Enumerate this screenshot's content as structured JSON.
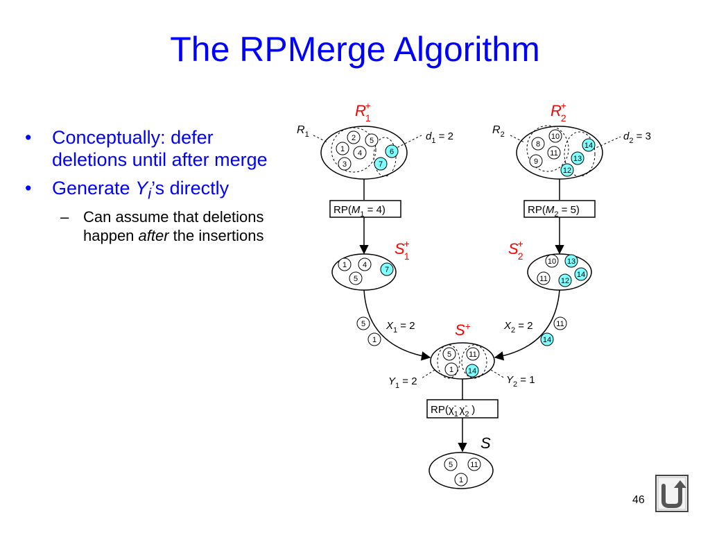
{
  "title": "The RPMerge Algorithm",
  "bullets": {
    "item1": "Conceptually: defer deletions until after merge",
    "item2_pre": "Generate ",
    "item2_var": "Y",
    "item2_sub": "i",
    "item2_post": "’s directly",
    "sub_pre": "Can assume that deletions happen ",
    "sub_em": "after",
    "sub_post": " the insertions",
    "bullet_char": "•",
    "dash_char": "–"
  },
  "diagram": {
    "r1_plus": {
      "base": "R",
      "sub": "1",
      "sup": "+"
    },
    "r2_plus": {
      "base": "R",
      "sub": "2",
      "sup": "+"
    },
    "r1_label": {
      "base": "R",
      "sub": "1"
    },
    "r2_label": {
      "base": "R",
      "sub": "2"
    },
    "d1": {
      "base": "d",
      "sub": "1",
      "rest": " = 2"
    },
    "d2": {
      "base": "d",
      "sub": "2",
      "rest": " = 3"
    },
    "rp1": {
      "pre": "RP(",
      "var": "M",
      "sub": "1",
      "rest": " = 4)"
    },
    "rp2": {
      "pre": "RP(",
      "var": "M",
      "sub": "2",
      "rest": " = 5)"
    },
    "s1_plus": {
      "base": "S",
      "sub": "1",
      "sup": "+"
    },
    "s2_plus": {
      "base": "S",
      "sub": "2",
      "sup": "+"
    },
    "s_plus": {
      "base": "S",
      "sup": "+"
    },
    "x1": {
      "base": "X",
      "sub": "1",
      "rest": " = 2"
    },
    "x2": {
      "base": "X",
      "sub": "2",
      "rest": " = 2"
    },
    "y1": {
      "base": "Y",
      "sub": "1",
      "rest": " = 2"
    },
    "y2": {
      "base": "Y",
      "sub": "2",
      "rest": " = 1"
    },
    "rp3": {
      "pre": "RP(",
      "chi": "χ",
      "sub1": "1",
      "sub2": "2",
      "minus": "-",
      "post": ")"
    },
    "s_final": "S",
    "r1_nodes": [
      "2",
      "5",
      "1",
      "4",
      "6",
      "3",
      "7"
    ],
    "r2_nodes": [
      "10",
      "8",
      "11",
      "14",
      "13",
      "9",
      "12"
    ],
    "s1_nodes": [
      "1",
      "4",
      "7",
      "5"
    ],
    "s2_nodes": [
      "10",
      "13",
      "14",
      "11",
      "12"
    ],
    "x1_nodes": [
      "5",
      "1"
    ],
    "x2_nodes": [
      "11",
      "14"
    ],
    "s_plus_nodes": [
      "5",
      "11",
      "1",
      "14"
    ],
    "s_nodes": [
      "5",
      "11",
      "1"
    ]
  },
  "colors": {
    "title": "#0000ff",
    "label_red": "#ff0000",
    "highlight": "#80ffff",
    "text": "#000000"
  },
  "page_number": "46",
  "nav_icon": "return-arrow-icon"
}
